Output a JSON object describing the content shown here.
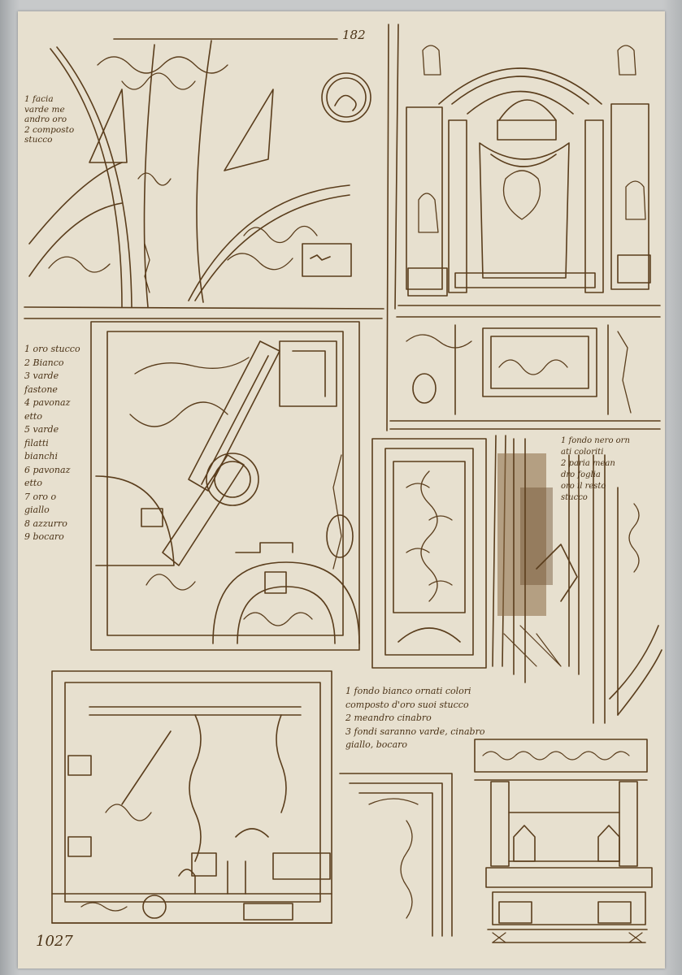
{
  "sheet": {
    "page_number": "182",
    "inventory_number": "1027"
  },
  "notes": {
    "top_left": [
      "1 facia",
      "varde me",
      "andro oro",
      "2 composto",
      "stucco"
    ],
    "left_column": [
      "1 oro stucco",
      "2 Bianco",
      "3 varde",
      "fastone",
      "4 pavonaz",
      "etto",
      "5 varde",
      "filatti",
      "bianchi",
      "6 pavonaz",
      "etto",
      "7 oro o",
      "giallo",
      "8 azzurro",
      "9 bocaro"
    ],
    "right_middle": [
      "1 fondo nero orn",
      "ati coloriti",
      "2 paria mean",
      "dro foglia",
      "oro il resto",
      "stucco"
    ],
    "bottom_center": [
      "1 fondo bianco ornati colori",
      "composto d'oro suoi stucco",
      "2 meandro cinabro",
      "3 fondi saranno varde, cinabro",
      "giallo, bocaro"
    ]
  },
  "colors": {
    "paper": "#e7e0cf",
    "ink": "#4a3216",
    "wash": "#8a6a44"
  }
}
